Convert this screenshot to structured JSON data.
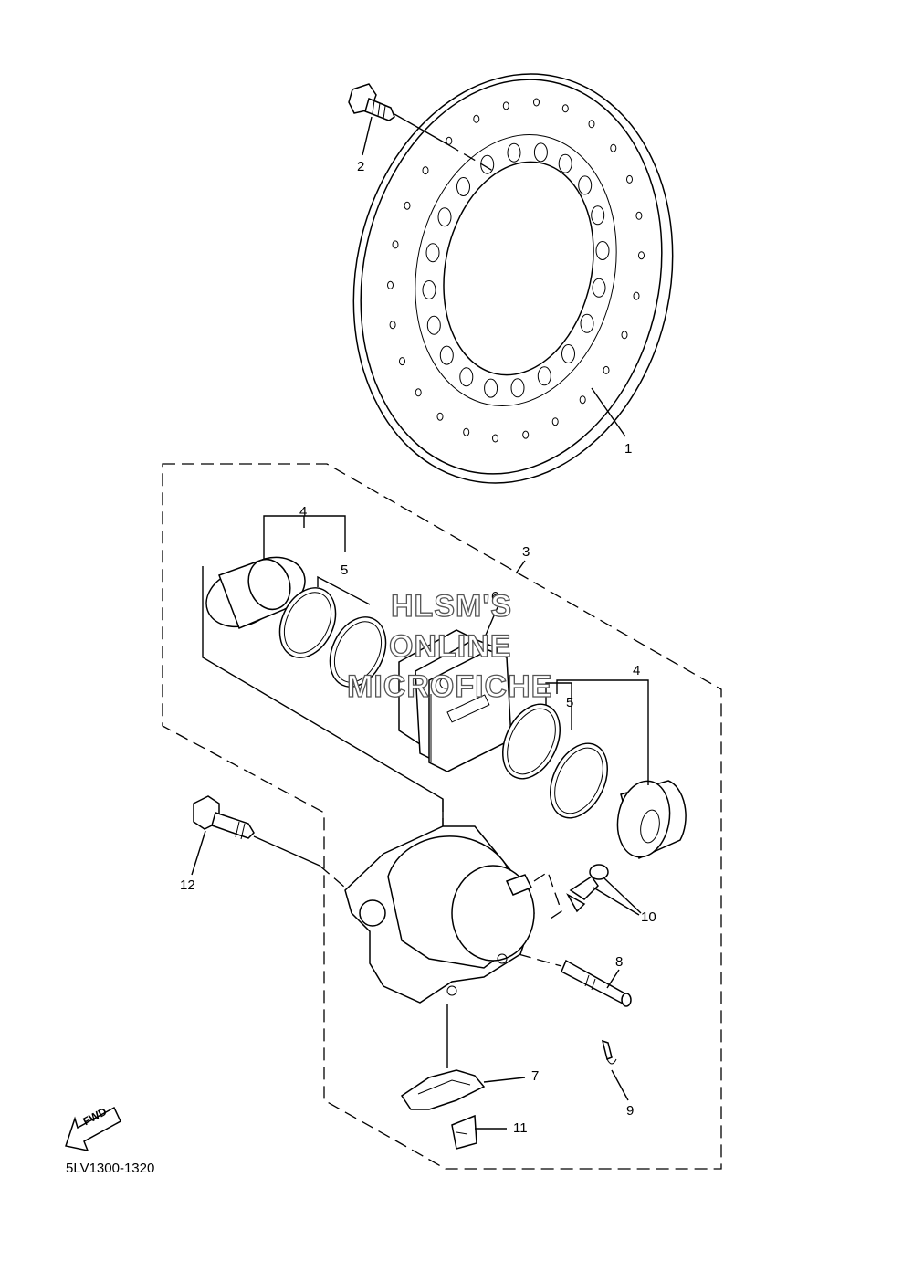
{
  "diagram": {
    "callouts": [
      {
        "id": "1",
        "label": "1"
      },
      {
        "id": "2",
        "label": "2"
      },
      {
        "id": "3",
        "label": "3"
      },
      {
        "id": "4a",
        "label": "4"
      },
      {
        "id": "5a",
        "label": "5"
      },
      {
        "id": "6",
        "label": "6"
      },
      {
        "id": "4b",
        "label": "4"
      },
      {
        "id": "5b",
        "label": "5"
      },
      {
        "id": "7",
        "label": "7"
      },
      {
        "id": "8",
        "label": "8"
      },
      {
        "id": "9",
        "label": "9"
      },
      {
        "id": "10",
        "label": "10"
      },
      {
        "id": "11",
        "label": "11"
      },
      {
        "id": "12",
        "label": "12"
      }
    ],
    "fwd_label": "FWD",
    "part_code": "5LV1300-1320"
  },
  "watermark": {
    "line1": "HLSM'S",
    "line2": "ONLINE",
    "line3": "MICROFICHE"
  }
}
